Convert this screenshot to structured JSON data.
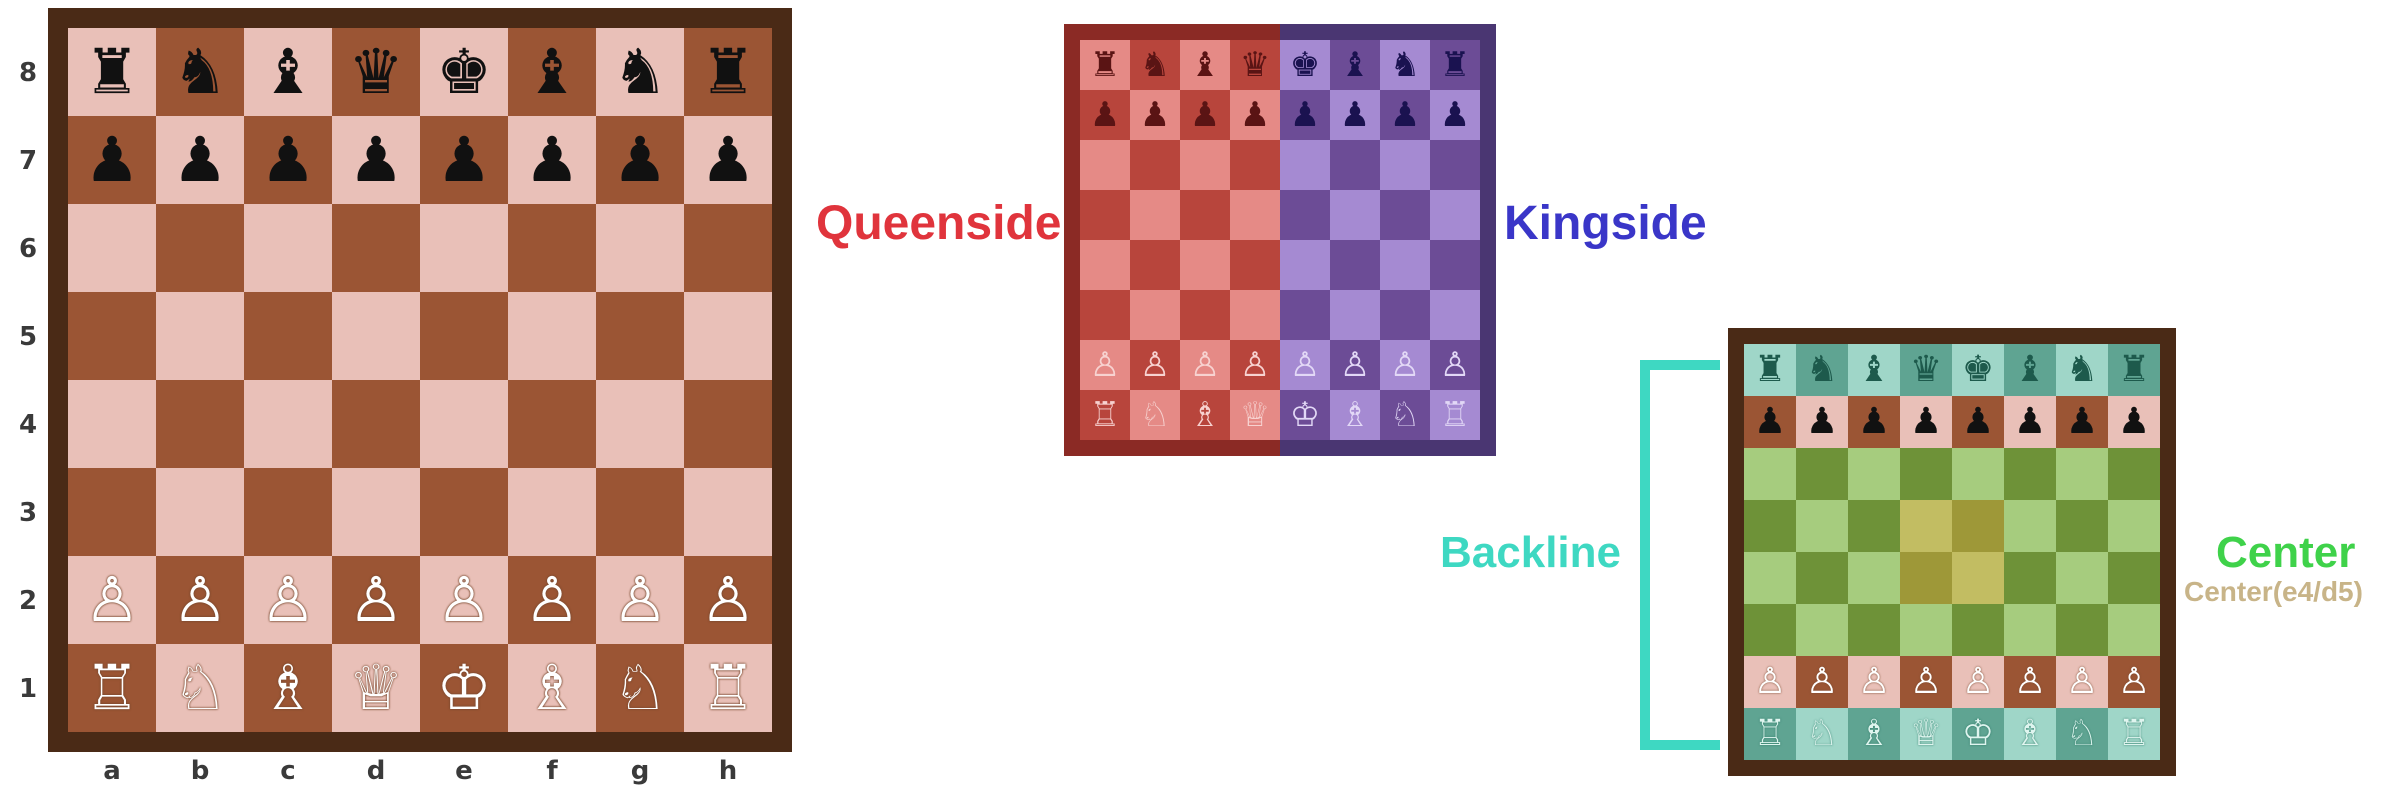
{
  "files": [
    "a",
    "b",
    "c",
    "d",
    "e",
    "f",
    "g",
    "h"
  ],
  "ranks": [
    "8",
    "7",
    "6",
    "5",
    "4",
    "3",
    "2",
    "1"
  ],
  "position": {
    "rank8": [
      "♜",
      "♞",
      "♝",
      "♛",
      "♚",
      "♝",
      "♞",
      "♜"
    ],
    "rank7": [
      "♟",
      "♟",
      "♟",
      "♟",
      "♟",
      "♟",
      "♟",
      "♟"
    ],
    "rank2": [
      "♙",
      "♙",
      "♙",
      "♙",
      "♙",
      "♙",
      "♙",
      "♙"
    ],
    "rank1": [
      "♖",
      "♘",
      "♗",
      "♕",
      "♔",
      "♗",
      "♘",
      "♖"
    ]
  },
  "colors": {
    "main_light": "#e9c0b8",
    "main_dark": "#9b5534",
    "main_frame": "#4a2a16",
    "queenside_light": "#e58a86",
    "queenside_dark": "#b8453c",
    "queenside_frame": "#8b2a25",
    "kingside_light": "#a58ad2",
    "kingside_dark": "#6c4c96",
    "kingside_frame": "#4a3672",
    "center_light": "#a6cc7e",
    "center_dark": "#6e9238",
    "center_frame": "#4a2a16",
    "center_hl_light": "#c2bd62",
    "center_hl_dark": "#9e9838",
    "backline_light": "#9fd6c8",
    "backline_dark": "#5fa492",
    "brown_light": "#e9c0b8",
    "brown_dark": "#9b5534"
  },
  "labels": {
    "queenside": "Queenside",
    "kingside": "Kingside",
    "center": "Center",
    "center_sub": "Center(e4/d5)",
    "backline": "Backline"
  },
  "label_colors": {
    "queenside": "#e0343c",
    "kingside": "#3a36c8",
    "center": "#3fd24a",
    "center_sub": "#c8b488",
    "backline": "#3ed8c2"
  }
}
